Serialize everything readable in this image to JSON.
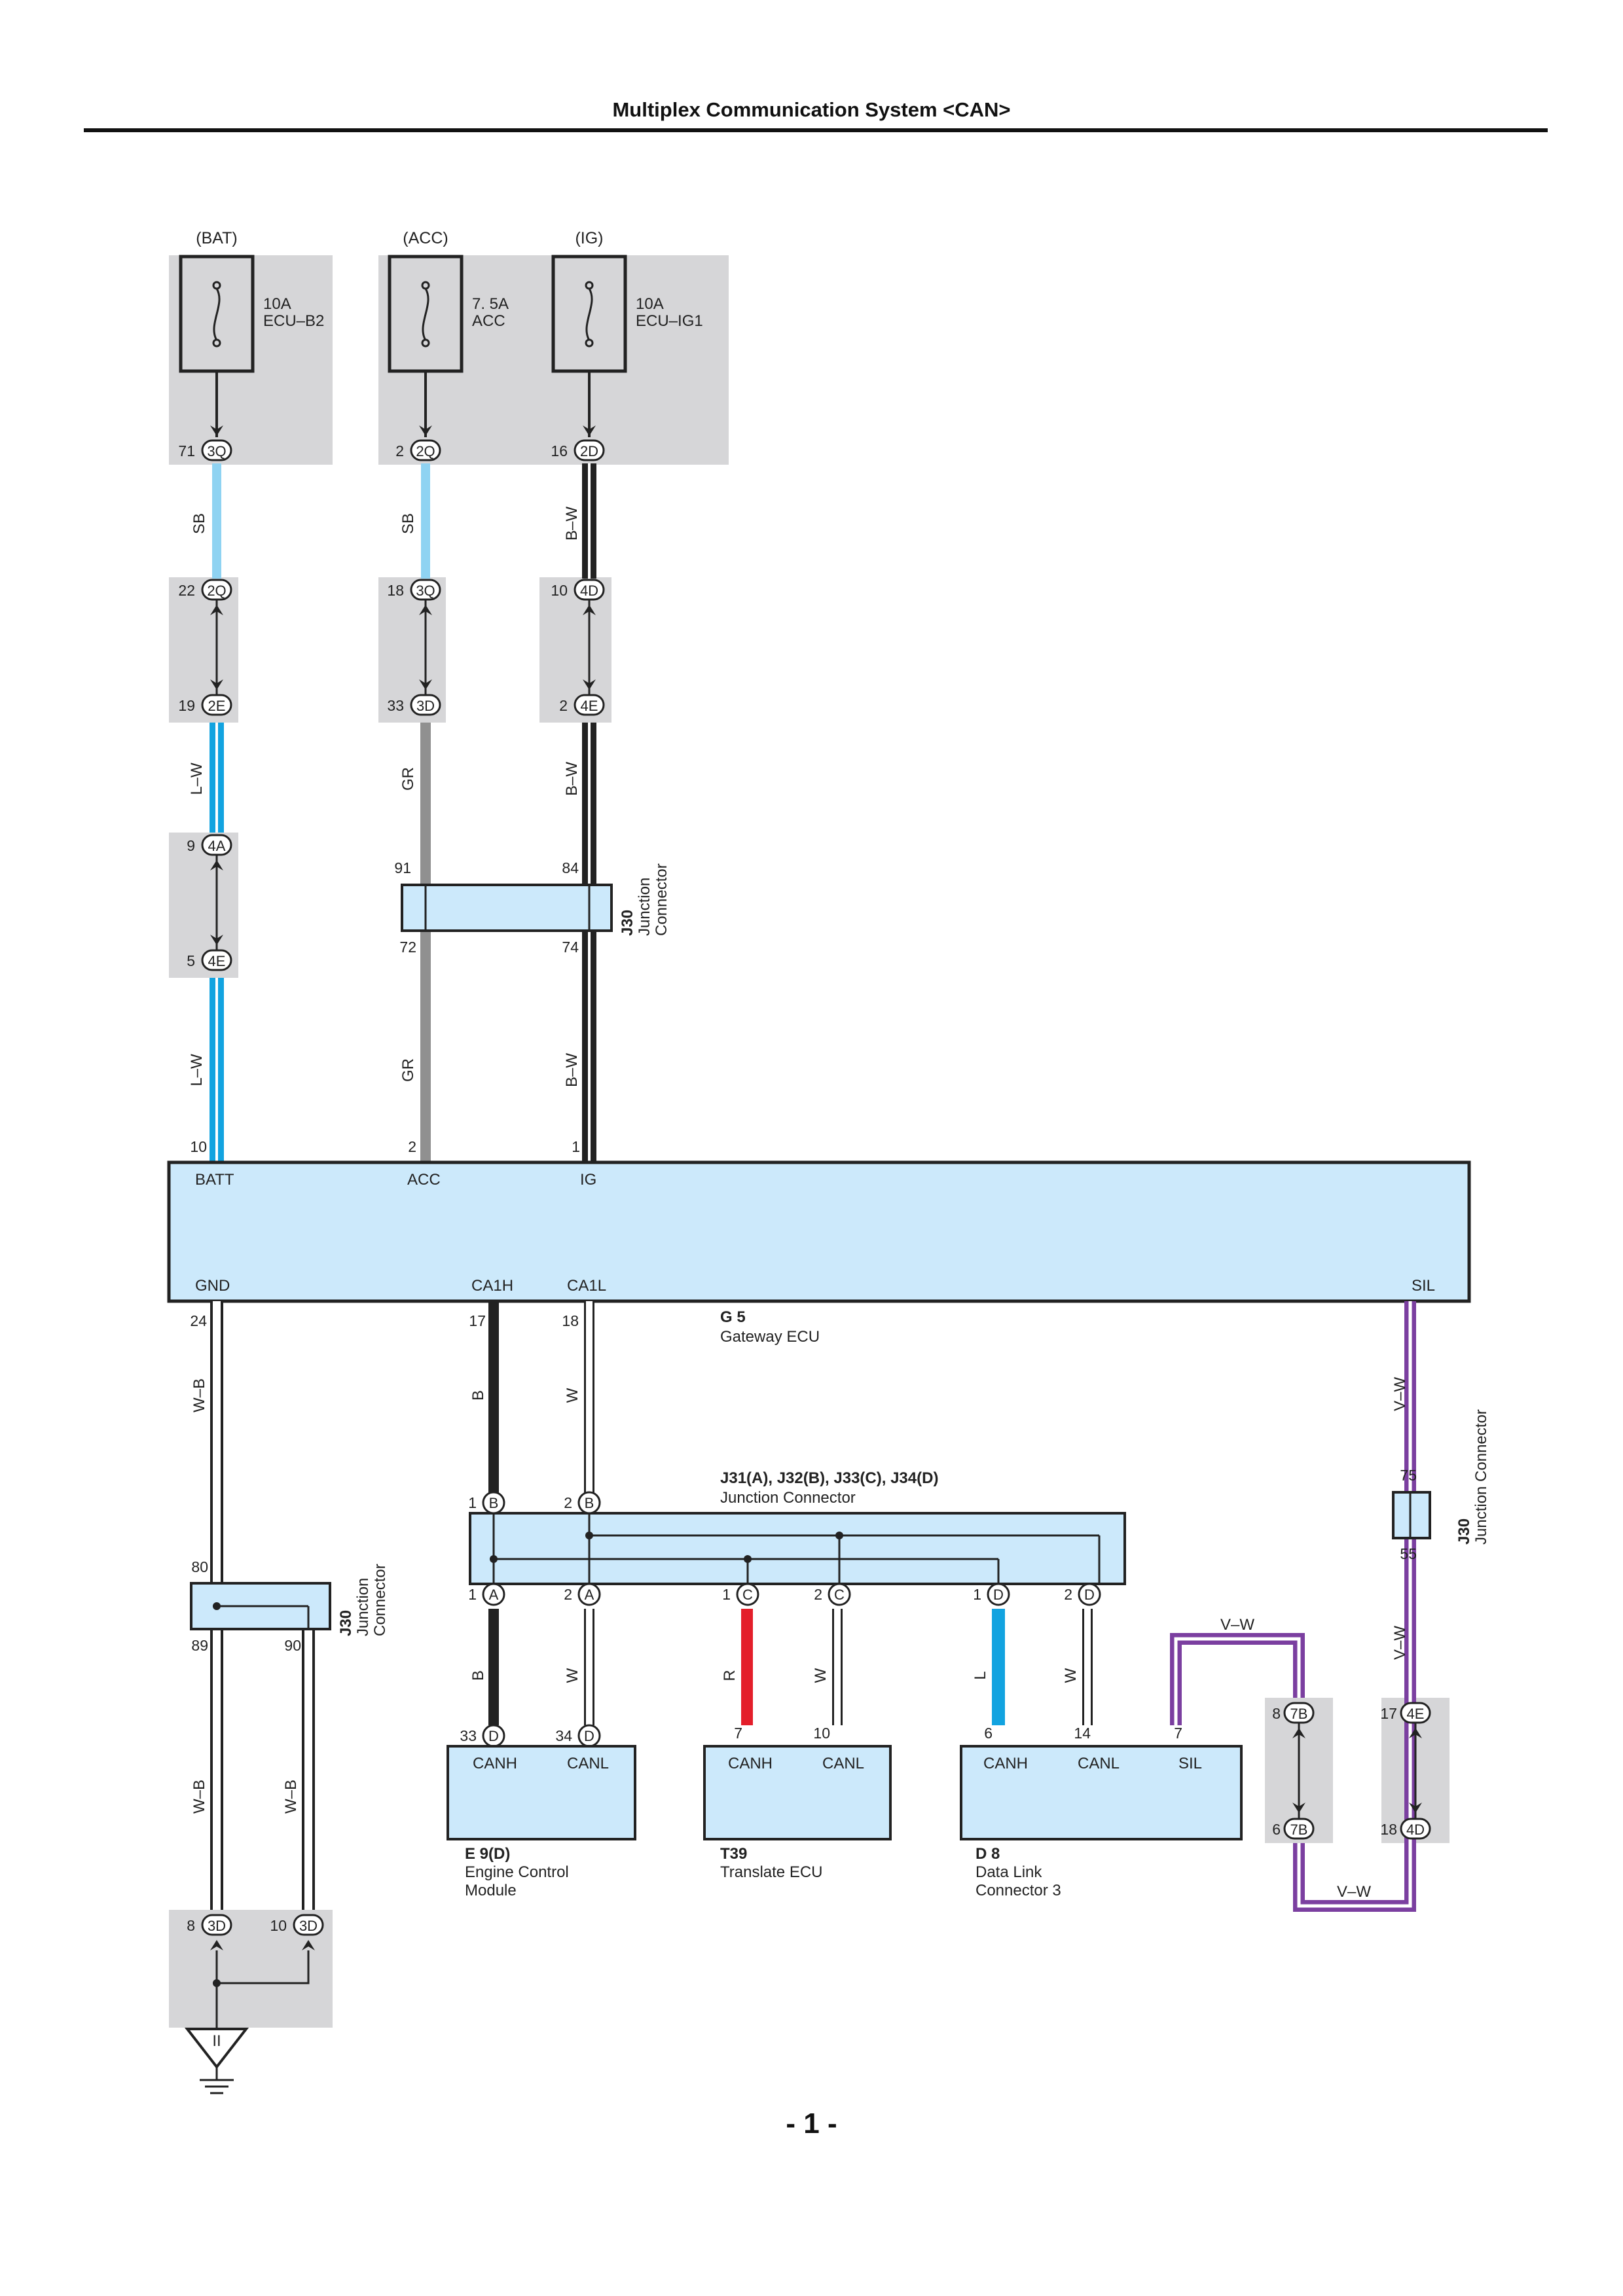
{
  "page": {
    "title": "Multiplex Communication System <CAN>",
    "page_number": "- 1 -"
  },
  "colors": {
    "shade": "#d6d6d8",
    "ecu_fill": "#cce9fb",
    "SB": "#8fd3f2",
    "L": "#12a3e0",
    "GR": "#909090",
    "R": "#e41e2a",
    "B": "#222222",
    "V": "#7b3fa0",
    "W": "#ffffff"
  },
  "power_sources": [
    {
      "label": "(BAT)",
      "rating": "10A",
      "fuse": "ECU–B2"
    },
    {
      "label": "(ACC)",
      "rating": "7. 5A",
      "fuse": "ACC"
    },
    {
      "label": "(IG)",
      "rating": "10A",
      "fuse": "ECU–IG1"
    }
  ],
  "wire_colors": {
    "sb": "SB",
    "bw": "B–W",
    "lw": "L–W",
    "gr": "GR",
    "wb": "W–B",
    "b": "B",
    "w": "W",
    "r": "R",
    "l": "L",
    "vw": "V–W"
  },
  "connectors": {
    "c3q": "3Q",
    "c2q": "2Q",
    "c2d": "2D",
    "c3d": "3D",
    "c4d": "4D",
    "c2e": "2E",
    "c4e": "4E",
    "c4a": "4A",
    "c7b": "7B",
    "a": "A",
    "b": "B",
    "c": "C",
    "d": "D"
  },
  "pins": {
    "p71": "71",
    "p2": "2",
    "p16": "16",
    "p22": "22",
    "p18": "18",
    "p10": "10",
    "p19": "19",
    "p33": "33",
    "p9": "9",
    "p5": "5",
    "p91": "91",
    "p84": "84",
    "p72": "72",
    "p74": "74",
    "p1": "1",
    "p24": "24",
    "p17": "17",
    "p7": "7",
    "p80": "80",
    "p89": "89",
    "p90": "90",
    "p75": "75",
    "p55": "55",
    "p34": "34",
    "p6": "6",
    "p14": "14",
    "p8": "8"
  },
  "gateway": {
    "id": "G 5",
    "name": "Gateway ECU",
    "terminals": {
      "batt": "BATT",
      "acc": "ACC",
      "ig": "IG",
      "gnd": "GND",
      "ca1h": "CA1H",
      "ca1l": "CA1L",
      "sil": "SIL"
    }
  },
  "junction_j30": {
    "id": "J30",
    "line1": "Junction",
    "line2": "Connector",
    "line_full": "Junction Connector"
  },
  "junction_j31": {
    "ids": "J31(A), J32(B), J33(C), J34(D)",
    "name": "Junction Connector"
  },
  "modules": {
    "ecm": {
      "id": "E 9(D)",
      "line1": "Engine Control",
      "line2": "Module"
    },
    "translate": {
      "id": "T39",
      "line1": "Translate ECU"
    },
    "dlc": {
      "id": "D 8",
      "line1": "Data Link",
      "line2": "Connector 3"
    }
  },
  "terminals": {
    "canh": "CANH",
    "canl": "CANL",
    "sil": "SIL"
  },
  "ground_symbol": "II"
}
